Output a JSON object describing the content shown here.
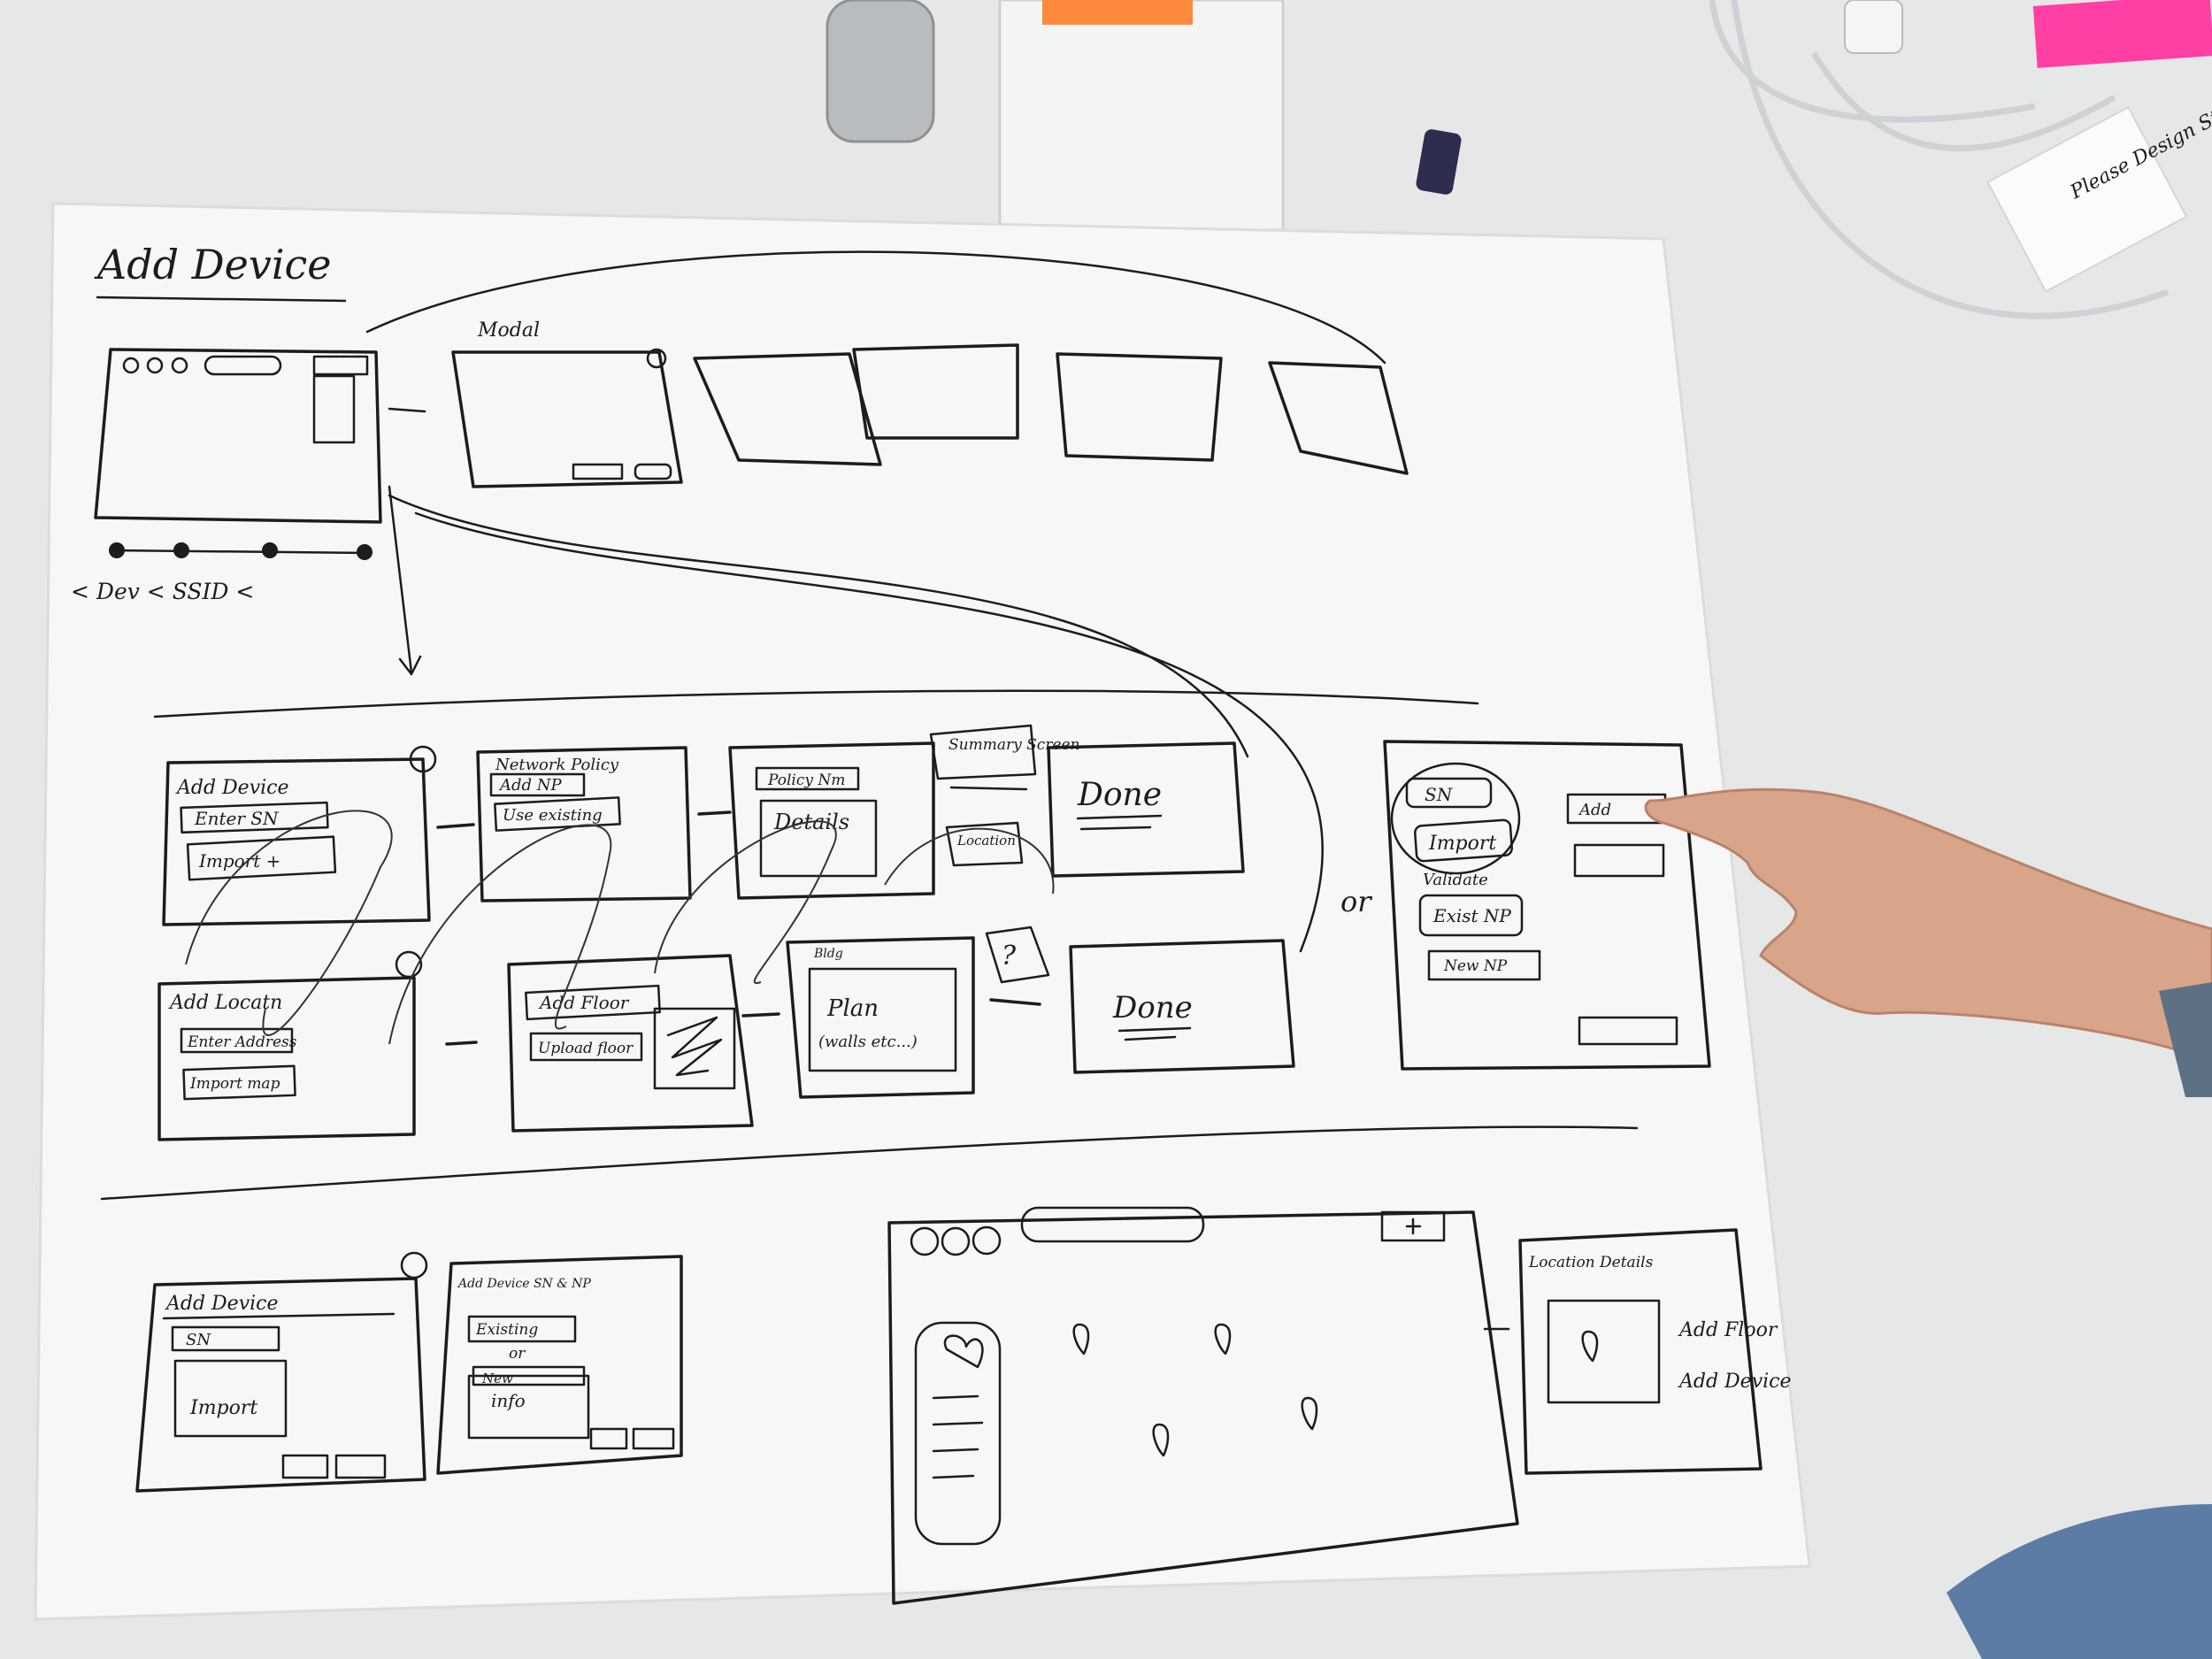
{
  "scene": {
    "type": "photo of hand-drawn wireframe sketches on paper",
    "colors": {
      "desk": "#e9eaea",
      "paper": "#f7f7f7",
      "ink": "#1c1c1c",
      "sticky_orange": "#ff8a3d",
      "sticky_pink": "#ff3fa3",
      "skin": "#d8a58a"
    }
  },
  "sketch": {
    "title": "Add Device",
    "top_row": {
      "modal_label": "Modal",
      "dots_label": "< Dev < SSID <"
    },
    "row1": {
      "add_device": {
        "title": "Add Device",
        "field_sn": "Enter SN",
        "import": "Import +"
      },
      "network_policy": {
        "title": "Network Policy",
        "add_np": "Add NP",
        "use_existing": "Use existing"
      },
      "policy": {
        "name": "Policy Nm",
        "details": "Details"
      },
      "summary": {
        "label": "Summary Screen",
        "location": "Location"
      },
      "done": "Done"
    },
    "row2": {
      "add_location": {
        "title": "Add Locatn",
        "field": "Enter Address",
        "import": "Import map"
      },
      "add_floor": {
        "title": "Add Floor",
        "upload": "Upload floor"
      },
      "building": {
        "label": "Bldg",
        "plan": "Plan",
        "walls": "(walls etc...)"
      },
      "question": "?",
      "done": "Done"
    },
    "or_label": "or",
    "right_panel": {
      "sn": "SN",
      "import": "Import",
      "validate": "Validate",
      "exist_np": "Exist NP",
      "new_np": "New NP",
      "add_btn": "Add"
    },
    "bottom_left": {
      "add_device_title": "Add Device",
      "sn": "SN",
      "import": "Import",
      "sn_np_title": "Add Device SN & NP",
      "existing": "Existing",
      "or": "or",
      "new": "New",
      "info": "info"
    },
    "bottom_right": {
      "location_details": "Location Details",
      "add_floor": "Add Floor",
      "add_device": "Add Device"
    }
  },
  "sticky_note_text": "Please Design Studio"
}
